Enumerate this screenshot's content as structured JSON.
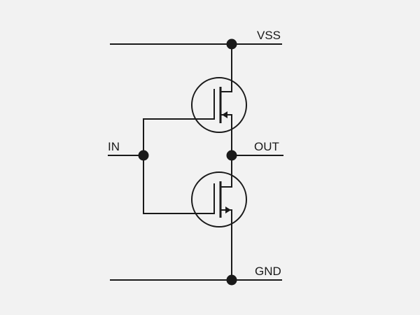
{
  "labels": {
    "supply": "VSS",
    "input": "IN",
    "output": "OUT",
    "ground": "GND"
  },
  "colors": {
    "background": "#f2f2f2",
    "ink": "#1a1a1a"
  }
}
